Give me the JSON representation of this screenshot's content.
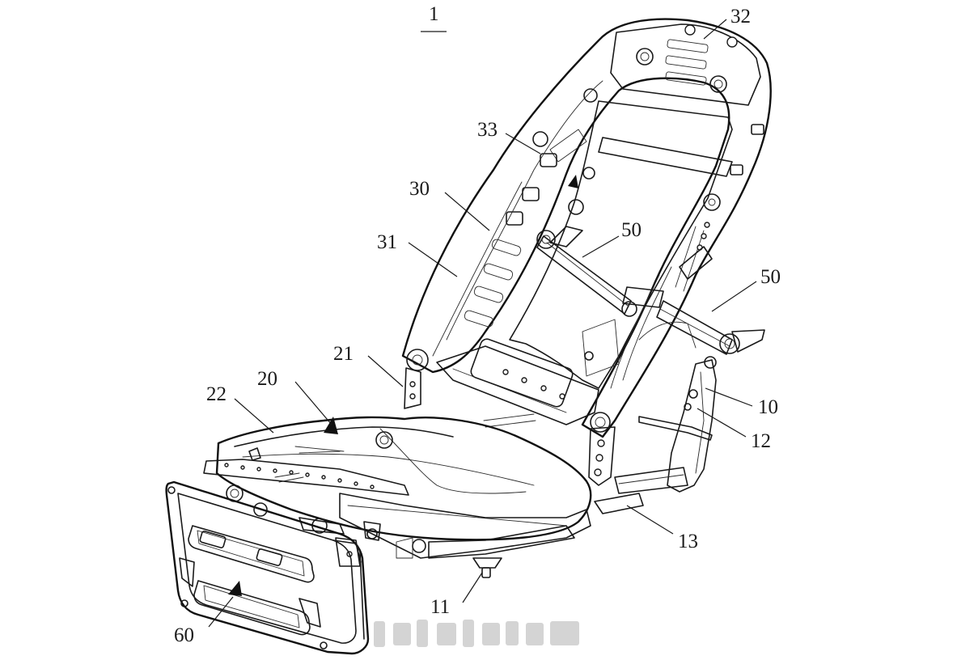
{
  "figure": {
    "number": "1",
    "labels": {
      "seat_frame_assembly": "1",
      "backrest_top_frame": "32",
      "backrest_side_bracket": "33",
      "backrest_frame": "30",
      "backrest_side_member": "31",
      "support_link_upper": "50",
      "support_link_rear": "50",
      "cushion_hinge": "21",
      "cushion_frame": "20",
      "cushion_pan": "22",
      "base": "10",
      "base_bracket": "12",
      "slide_rail": "13",
      "pivot_shaft": "11",
      "front_cover": "60"
    }
  },
  "colors": {
    "line": "#1a1a1a",
    "background": "#ffffff",
    "watermark": "#d4d4d4"
  }
}
